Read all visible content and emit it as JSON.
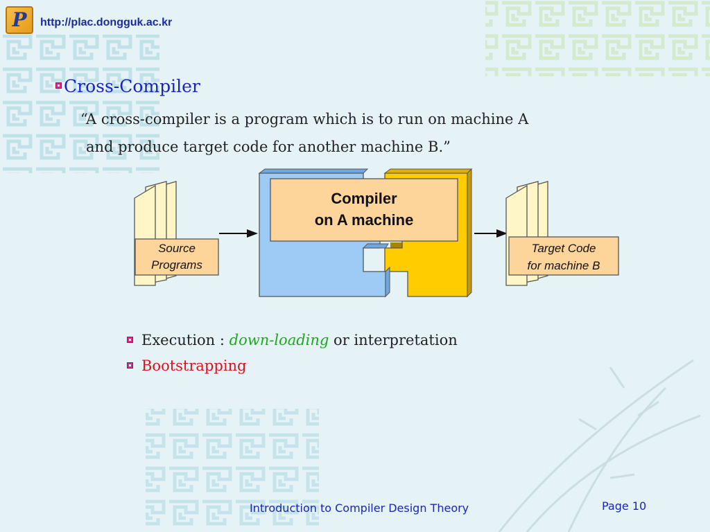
{
  "header": {
    "url": "http://plac.dongguk.ac.kr",
    "logo_letter": "P"
  },
  "slide": {
    "title": "Cross-Compiler",
    "definition_line1": "“A cross-compiler is  a  program  which  is  to run  on machine A",
    "definition_line2": "and produce target code for another machine B.”"
  },
  "diagram": {
    "source_line1": "Source",
    "source_line2": "Programs",
    "compiler_line1": "Compiler",
    "compiler_line2": "on A machine",
    "target_line1": "Target Code",
    "target_line2": "for machine B"
  },
  "bullets": {
    "execution_label": "Execution :",
    "execution_highlight": "down-loading",
    "execution_rest": "or interpretation",
    "bootstrapping": "Bootstrapping"
  },
  "footer": {
    "title": "Introduction to Compiler Design Theory",
    "page": "Page 10"
  },
  "colors": {
    "title": "#1a24b8",
    "bullet": "#e0288a",
    "highlight_green": "#1ea81e",
    "highlight_red": "#e0101a",
    "compiler_blue": "#9ecbf5",
    "compiler_yellow": "#ffcc00",
    "label_fill": "#fdd49a",
    "page_fill": "#fff6c8"
  },
  "icons": [
    "logo-icon",
    "bullet-square-icon",
    "arrow-right-icon",
    "document-stack-icon",
    "decorative-maze-pattern-icon",
    "decorative-grass-icon"
  ]
}
